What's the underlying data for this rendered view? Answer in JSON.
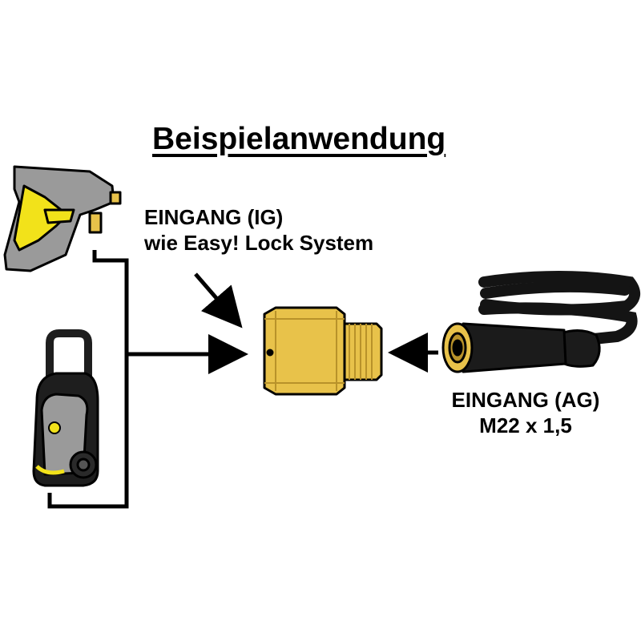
{
  "title": "Beispielanwendung",
  "inlet_ig": {
    "line1": "EINGANG (IG)",
    "line2": "wie Easy! Lock System"
  },
  "inlet_ag": {
    "line1": "EINGANG (AG)",
    "line2": "M22 x 1,5"
  },
  "colors": {
    "brass": "#e8c24a",
    "brass_dark": "#b8922a",
    "gun_grey": "#9a9a9a",
    "accent_yellow": "#f2e21a",
    "hose_black": "#141414",
    "washer_black": "#1e1e1e"
  }
}
